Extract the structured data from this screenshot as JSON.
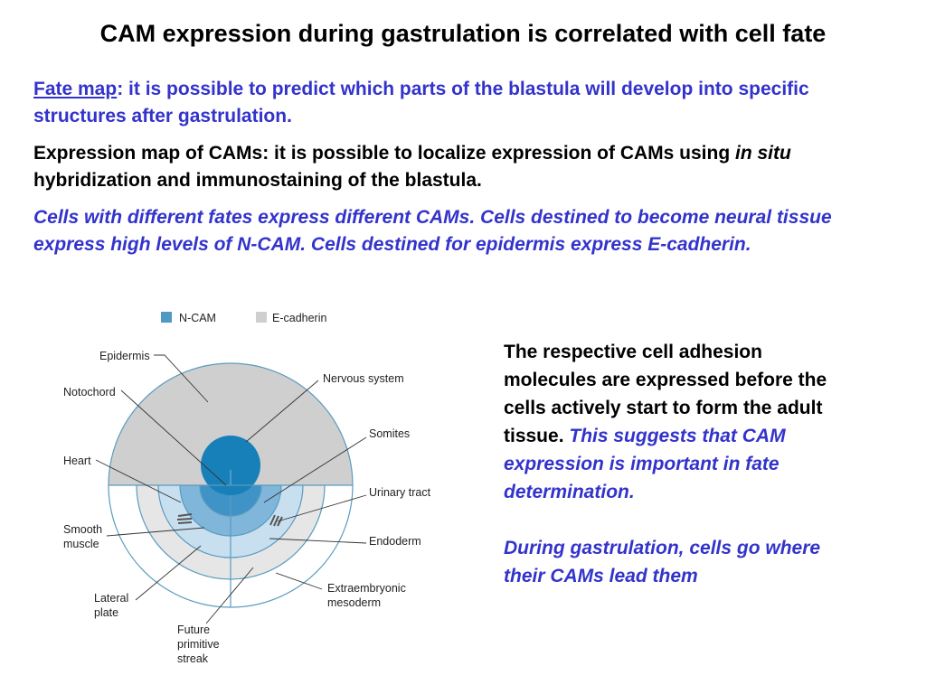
{
  "title": "CAM expression during gastrulation is correlated with cell fate",
  "p1": {
    "link": "Fate map",
    "rest": ": it is possible to predict which parts of the blastula will develop into specific structures after gastrulation."
  },
  "p2": {
    "a": "Expression map of CAMs: it is possible to localize expression of CAMs using ",
    "italic": "in situ",
    "b": " hybridization and immunostaining of the blastula."
  },
  "p3": "Cells with different fates express different CAMs. Cells destined to become neural tissue express high levels of N-CAM. Cells destined for epidermis express E-cadherin.",
  "side": {
    "plain": "The respective cell adhesion molecules are expressed before the cells actively start to form the adult tissue. ",
    "emph": "This suggests that CAM expression is important in fate determination.",
    "emph2": "During gastrulation, cells go where their CAMs lead them"
  },
  "legend": {
    "ncam": "N-CAM",
    "ecad": "E-cadherin"
  },
  "labels": {
    "epidermis": "Epidermis",
    "notochord": "Notochord",
    "heart": "Heart",
    "smooth1": "Smooth",
    "smooth2": "muscle",
    "lateral1": "Lateral",
    "lateral2": "plate",
    "future1": "Future",
    "future2": "primitive",
    "future3": "streak",
    "nervous": "Nervous system",
    "somites": "Somites",
    "urinary": "Urinary tract",
    "endoderm": "Endoderm",
    "extra1": "Extraembryonic",
    "extra2": "mesoderm"
  },
  "colors": {
    "ncam": "#4f9ac4",
    "ecad": "#cfcfcf",
    "ncam_dark": "#1780b8",
    "ncam_light": "#c8dff0",
    "outline": "#5a9bc0"
  }
}
